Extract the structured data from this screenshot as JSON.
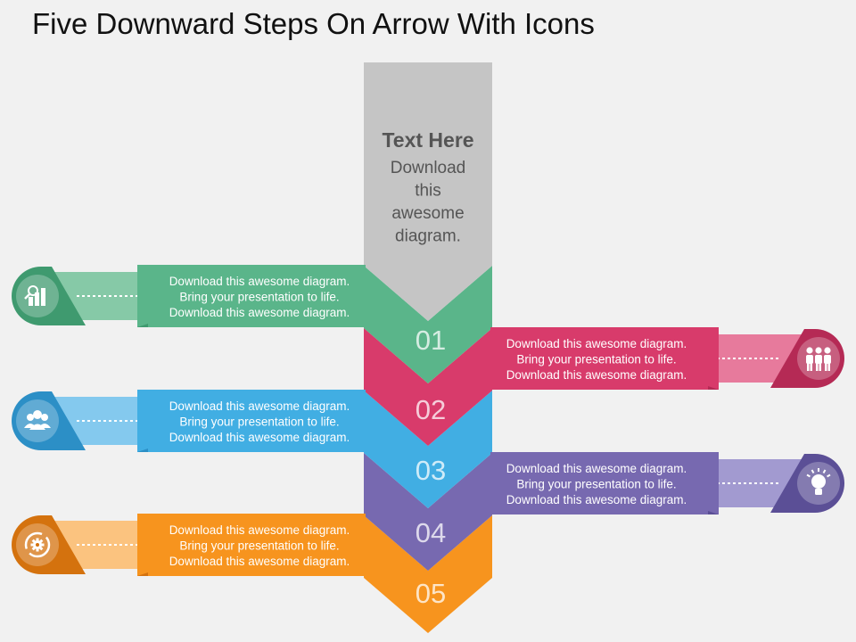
{
  "title": "Five Downward Steps On Arrow With Icons",
  "header": {
    "heading": "Text Here",
    "lines": [
      "Download",
      "this",
      "awesome",
      "diagram."
    ],
    "color": "#c5c5c5"
  },
  "steps": [
    {
      "number": "01",
      "color": "#5ab58a",
      "dark": "#3f9a6f",
      "light": "#86c9a7",
      "side": "left",
      "icon": "growth-chart-icon",
      "lines": [
        "Download this awesome diagram.",
        "Bring your presentation to life.",
        "Download this awesome diagram."
      ]
    },
    {
      "number": "02",
      "color": "#d83b6b",
      "dark": "#b52a55",
      "light": "#e77a9c",
      "side": "right",
      "icon": "team-icon",
      "lines": [
        "Download this awesome diagram.",
        "Bring your presentation to life.",
        "Download this awesome diagram."
      ]
    },
    {
      "number": "03",
      "color": "#41aee3",
      "dark": "#2c8fc6",
      "light": "#84c9ee",
      "side": "left",
      "icon": "users-icon",
      "lines": [
        "Download this awesome diagram.",
        "Bring your presentation to life.",
        "Download this awesome diagram."
      ]
    },
    {
      "number": "04",
      "color": "#7769b0",
      "dark": "#5b4f96",
      "light": "#a29ad0",
      "side": "right",
      "icon": "lightbulb-icon",
      "lines": [
        "Download this awesome diagram.",
        "Bring your presentation to life.",
        "Download this awesome diagram."
      ]
    },
    {
      "number": "05",
      "color": "#f7941e",
      "dark": "#d4720e",
      "light": "#fbc37f",
      "side": "left",
      "icon": "gear-cycle-icon",
      "lines": [
        "Download this awesome diagram.",
        "Bring your presentation to life.",
        "Download this awesome diagram."
      ]
    }
  ]
}
